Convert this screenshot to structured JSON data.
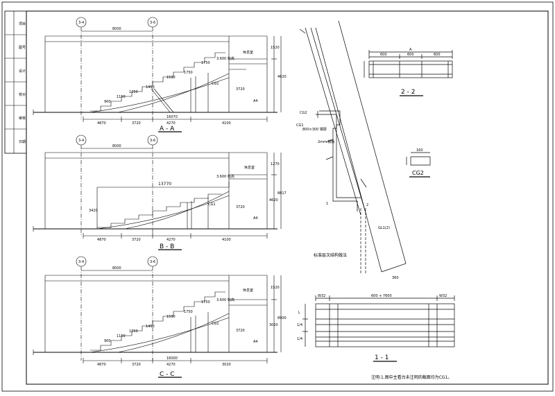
{
  "sections": {
    "aa": {
      "title": "A - A",
      "axis_left": "3-4",
      "axis_right": "3-6",
      "span_top": "8000",
      "dims_bottom": [
        "4870",
        "3720",
        "4270",
        "4100"
      ],
      "dim_total": "16070",
      "room": "休息室",
      "room_b": "A4",
      "step_dims": [
        "900",
        "1150",
        "1250",
        "1450",
        "1590",
        "1750",
        "1750"
      ],
      "right_dims": [
        "1520",
        "4620"
      ],
      "elev_inner": "3720",
      "label_cg": "CG1",
      "label_elev": "3.600 标高"
    },
    "bb": {
      "title": "B - B",
      "axis_left": "3-4",
      "axis_right": "3-6",
      "span_top": "8000",
      "dims_bottom": [
        "4870",
        "3720",
        "4270",
        "4100"
      ],
      "top_label": "13770",
      "room": "休息室",
      "room_b": "A4",
      "right_dims": [
        "1270",
        "4620",
        "8817"
      ],
      "left_dim": "3420",
      "elev_inner": "3720",
      "label_cg": "CG1",
      "label_elev": "3.600 标高"
    },
    "cc": {
      "title": "C - C",
      "axis_left": "3-4",
      "axis_right": "3-6",
      "span_top": "8000",
      "dims_bottom": [
        "4870",
        "3720",
        "4270",
        "3020"
      ],
      "dim_total": "16000",
      "room": "休息室",
      "room_b": "A4",
      "step_dims": [
        "900",
        "1150",
        "1250",
        "1450",
        "1590",
        "1750",
        "1750"
      ],
      "right_dims": [
        "1520",
        "3020",
        "8900"
      ],
      "elev_inner": "3720",
      "label_cg": "CG1",
      "label_elev": "3.600 标高"
    },
    "s22": {
      "title": "2 - 2",
      "dim_top": "A",
      "dims": [
        "600",
        "600",
        "600"
      ]
    },
    "cg2": {
      "title": "CG2",
      "dim": "160"
    },
    "s11": {
      "title": "1 - 1",
      "dim_top": "600 + 7600",
      "dim_left": "W32",
      "dim_right": "W32",
      "dims_left": [
        "L",
        "1/4",
        "1/4"
      ]
    },
    "detail": {
      "caption": "标准层次结构做法",
      "labels": [
        "CG2",
        "CG1",
        "800×300 钢梁",
        "2mm 钢板",
        "GL1(2)",
        "1",
        "2",
        "360"
      ]
    }
  },
  "title_block": {
    "rows": [
      "项目",
      "图号",
      "设计",
      "校对",
      "审核",
      "日期"
    ]
  },
  "note": "注明:1.图中主看台未注明的截面均为CG1。"
}
